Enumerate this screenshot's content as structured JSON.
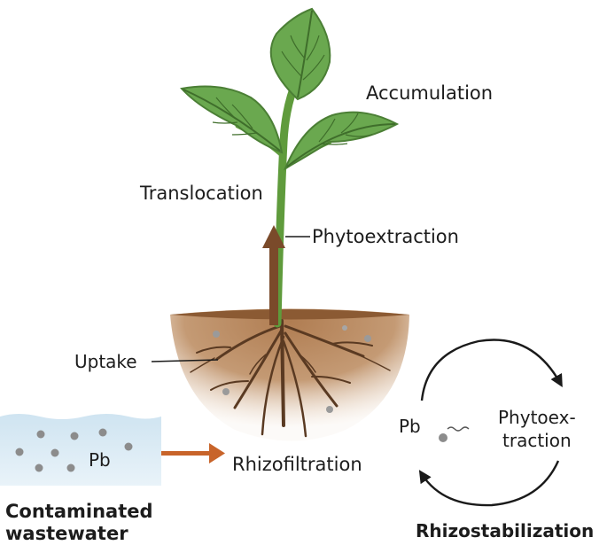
{
  "labels": {
    "accumulation": "Accumulation",
    "translocation": "Translocation",
    "phytoextraction": "Phytoextraction",
    "uptake": "Uptake",
    "rhizofiltration": "Rhizofiltration",
    "contaminated_line1": "Contaminated",
    "contaminated_line2": "wastewater",
    "water_pb": "Pb",
    "cycle_pb": "Pb",
    "cycle_phyto_line1": "Phytoex-",
    "cycle_phyto_line2": "traction",
    "rhizostabilization": "Rhizostabilization"
  },
  "colors": {
    "leaf": "#6aa84f",
    "leaf_dark": "#4b7f35",
    "stem": "#5f9b3c",
    "soil": "#a8764c",
    "soil_dark": "#8b5a33",
    "root": "#5a3a22",
    "water": "#dcecf5",
    "arrow_orange": "#c8642a",
    "arrow_brown": "#7a4a2a",
    "particle": "#8c8c8c"
  },
  "icons": {
    "translocation_arrow": "up-arrow-icon",
    "rhizofiltration_arrow": "right-arrow-icon",
    "cycle_arrows": "circular-arrows-icon"
  }
}
